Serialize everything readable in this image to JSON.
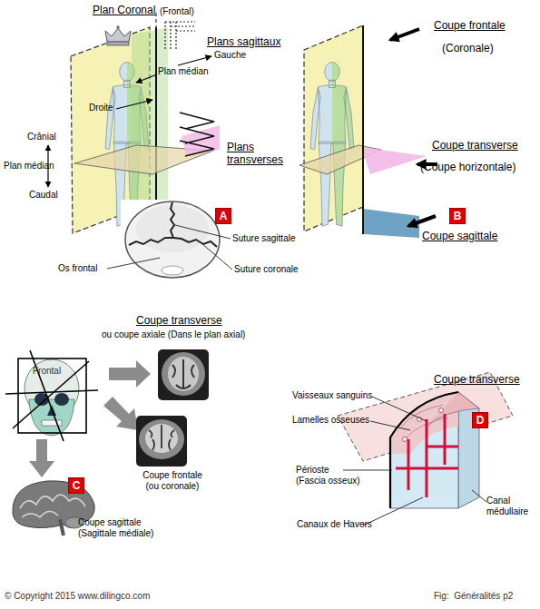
{
  "diagram": {
    "caption": "Fig:  Généralités p2",
    "nodes": [
      {
        "text": [
          "A"
        ]
      },
      {
        "text": [
          "B"
        ]
      },
      {
        "text": [
          "C"
        ]
      },
      {
        "text": [
          "D"
        ]
      }
    ],
    "labels": [
      "Plan Coronal",
      "(Frontal)",
      "Plans sagittaux",
      "Gauche",
      "Plan médian",
      "Droite",
      "Crânial",
      "Plan médian",
      "Caudal",
      "Plans transverses",
      "Suture sagittale",
      "Suture coronale",
      "Os frontal",
      "Coupe frontale",
      "(Coronale)",
      "Coupe transverse",
      "(Coupe horizontale)",
      "Coupe sagittale",
      "Coupe transverse",
      "ou coupe axiale (Dans le plan axial)",
      "Frontal",
      "Coupe frontale (ou coronale)",
      "Coupe sagittale (Sagittale médiale)",
      "Coupe transverse",
      "Vaisseaux sanguins",
      "Lamelles osseuses",
      "Périoste (Fascia osseux)",
      "Canal médullaire",
      "Canaux de Havers",
      "© Copyright 2015 www.dilingco.com"
    ]
  }
}
